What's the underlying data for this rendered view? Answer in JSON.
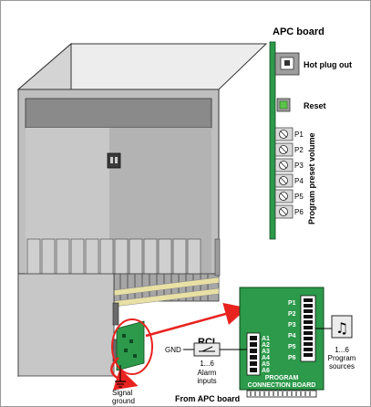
{
  "apc_board": {
    "title": "APC board",
    "hot_plug_label": "Hot plug out",
    "reset_label": "Reset",
    "preset_vertical_label": "Program preset volume",
    "preset_items": [
      "P1",
      "P2",
      "P3",
      "P4",
      "P5",
      "P6"
    ]
  },
  "connection_board": {
    "title_line1": "PROGRAM",
    "title_line2": "CONNECTION BOARD",
    "alarm_inputs": [
      "A1",
      "A2",
      "A3",
      "A4",
      "A5",
      "A6"
    ],
    "program_outputs": [
      "P1",
      "P2",
      "P3",
      "P4",
      "P5",
      "P6"
    ],
    "from_apc_label": "From APC board"
  },
  "rci": {
    "label": "RCI",
    "gnd_label": "GND",
    "range_label": "1...6",
    "alarm_line1": "Alarm",
    "alarm_line2": "inputs"
  },
  "program_sources": {
    "range_label": "1...6",
    "line1": "Program",
    "line2": "sources"
  },
  "signal_ground": {
    "line1": "Signal",
    "line2": "ground"
  },
  "colors": {
    "board_green": "#2c9a4a",
    "arrow_red": "#e8231f",
    "reset_green": "#5cc34a",
    "cabinet_light": "#e6e6e6",
    "cabinet_mid": "#bdbdbd",
    "cabinet_dark": "#7a7a7a"
  }
}
